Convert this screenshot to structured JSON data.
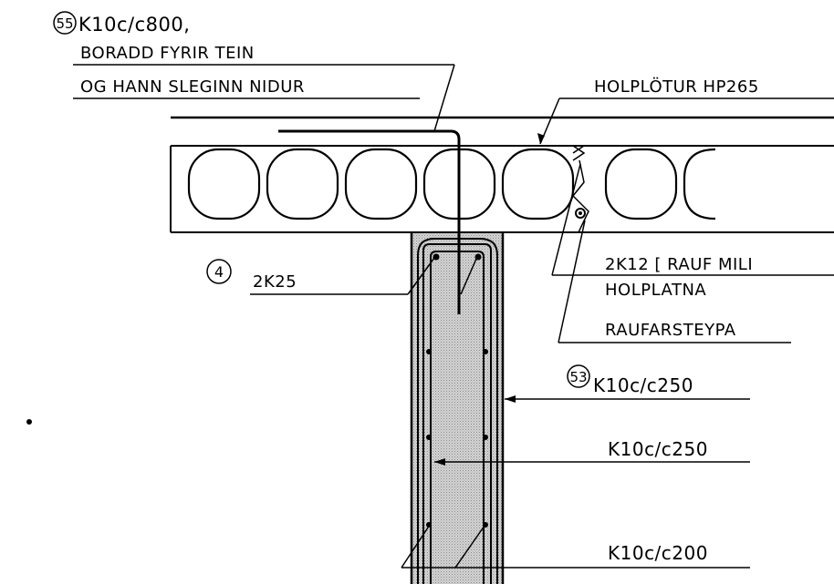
{
  "drawing": {
    "callouts": {
      "c55": {
        "number": "55",
        "line1": "K10c/c800,",
        "line2": "BORADD FYRIR TEIN",
        "line3": "OG HANN SLEGINN NIDUR"
      },
      "hollow_core": {
        "text": "HOLPLÖTUR HP265"
      },
      "joint_bars": {
        "line1": "2K12 [ RAUF MILI",
        "line2": "HOLPLATNA"
      },
      "joint_grout": {
        "text": "RAUFARSTEYPA"
      },
      "c4": {
        "number": "4",
        "text": "2K25"
      },
      "c53": {
        "number": "53",
        "text": "K10c/c250"
      },
      "stirrups_mid": {
        "text": "K10c/c250"
      },
      "stirrups_low": {
        "text": "K10c/c200"
      }
    },
    "colors": {
      "line": "#000000",
      "concrete_fill": "#c9c9c9",
      "background": "#ffffff"
    }
  }
}
